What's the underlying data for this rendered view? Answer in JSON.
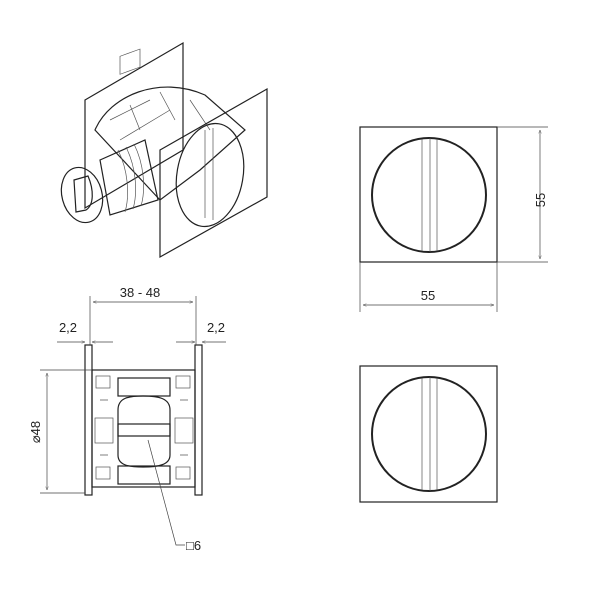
{
  "dimensions": {
    "front_height": "55",
    "front_width": "55",
    "depth_range": "38 - 48",
    "plate_left": "2,2",
    "plate_right": "2,2",
    "diameter": "⌀48",
    "spindle": "□6"
  },
  "colors": {
    "line": "#222222",
    "background": "#ffffff"
  }
}
